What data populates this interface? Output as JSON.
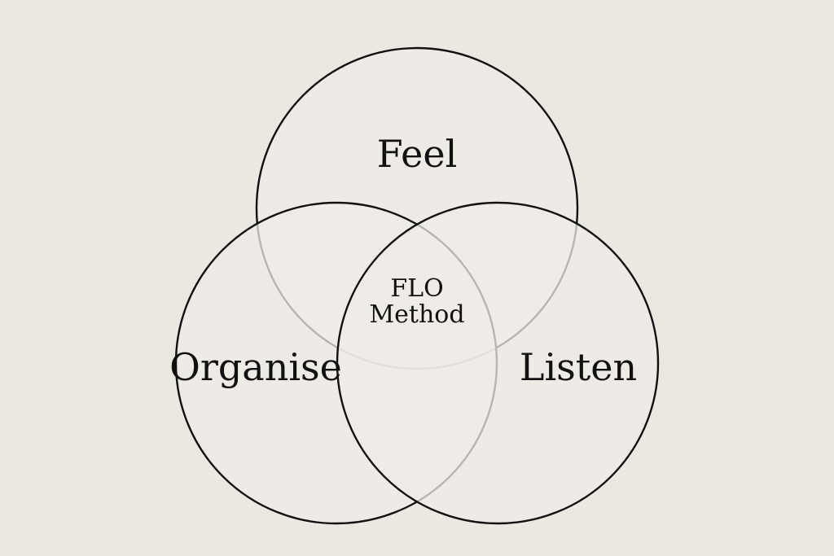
{
  "diagram": {
    "type": "venn",
    "background_color": "#ebe7e1",
    "sets": [
      {
        "id": "feel",
        "label": "Feel"
      },
      {
        "id": "organise",
        "label": "Organise"
      },
      {
        "id": "listen",
        "label": "Listen"
      }
    ],
    "center": {
      "line1": "FLO",
      "line2": "Method"
    }
  }
}
